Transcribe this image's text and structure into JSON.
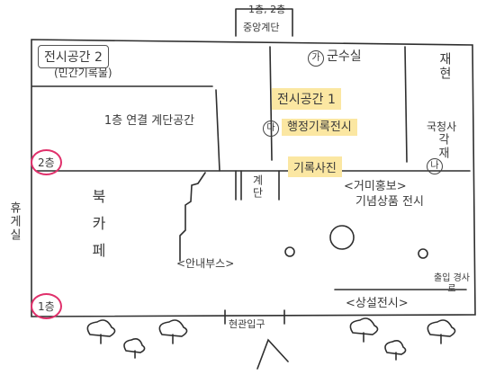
{
  "top_label": "1층, 2층",
  "entrance_top": "중앙계단",
  "hall2": "전시공간 2",
  "hall2_sub": "(민간기록물)",
  "room_ga": "군수실",
  "room_ga_mark": "가",
  "reenact": "재현",
  "hall1": "전시공간 1",
  "room_da_mark": "다",
  "admin_records": "행정기록전시",
  "records_photo": "기록사진",
  "records_mark": "나",
  "gukchung": "국청사",
  "gakjae": "각재",
  "link_stair": "1층 연결 계단공간",
  "floor2": "2층",
  "stair": "계단",
  "book_cafe": "북카페",
  "left_side": "휴게실",
  "info_booth": "<안내부스>",
  "kumi_pr": "<거미홍보>",
  "souvenir": "기념상품 전시",
  "floor1": "1층",
  "access": "출입 경사로",
  "permanent": "<상설전시>",
  "entrance_main": "현관입구",
  "colors": {
    "highlight": "#fbe7a2",
    "floor_ring": "#e0306b",
    "ink": "#2b2b2b"
  }
}
